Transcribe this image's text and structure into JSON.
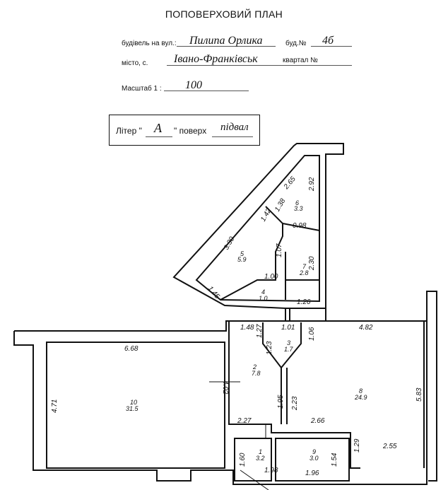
{
  "title": "ПОПОВЕРХОВИЙ ПЛАН",
  "header": {
    "street_label": "будівель на вул.:",
    "street_value": "Пилипа Орлика",
    "building_label": "буд.№",
    "building_value": "4б",
    "city_label": "місто, с.",
    "city_value": "Івано-Франківськ",
    "block_label": "квартал №",
    "scale_label": "Масштаб 1 :",
    "scale_value": "100"
  },
  "litera": {
    "prefix": "Літер \"",
    "value": "А",
    "middle": "\" поверх",
    "floor": "підвал"
  },
  "dimensions": [
    "2.65",
    "2.92",
    "1.38",
    "1.42",
    "0.98",
    "3.30",
    "1.07",
    "2.30",
    "1.00",
    "1.45",
    "1.26",
    "1.48",
    "1.27",
    "1.23",
    "1.01",
    "1.06",
    "4.82",
    "6.68",
    "4.02",
    "4.71",
    "1.95",
    "2.23",
    "5.83",
    "2.27",
    "2.66",
    "1.29",
    "2.55",
    "1.60",
    "1.54",
    "1.98",
    "1.96"
  ],
  "rooms": [
    {
      "num": "6",
      "area": "3.3"
    },
    {
      "num": "5",
      "area": "5.9"
    },
    {
      "num": "7",
      "area": "2.8"
    },
    {
      "num": "4",
      "area": "1.0"
    },
    {
      "num": "3",
      "area": "1.7"
    },
    {
      "num": "2",
      "area": "7.8"
    },
    {
      "num": "8",
      "area": "24.9"
    },
    {
      "num": "10",
      "area": "31.5"
    },
    {
      "num": "1",
      "area": "3.2"
    },
    {
      "num": "9",
      "area": "3.0"
    }
  ]
}
